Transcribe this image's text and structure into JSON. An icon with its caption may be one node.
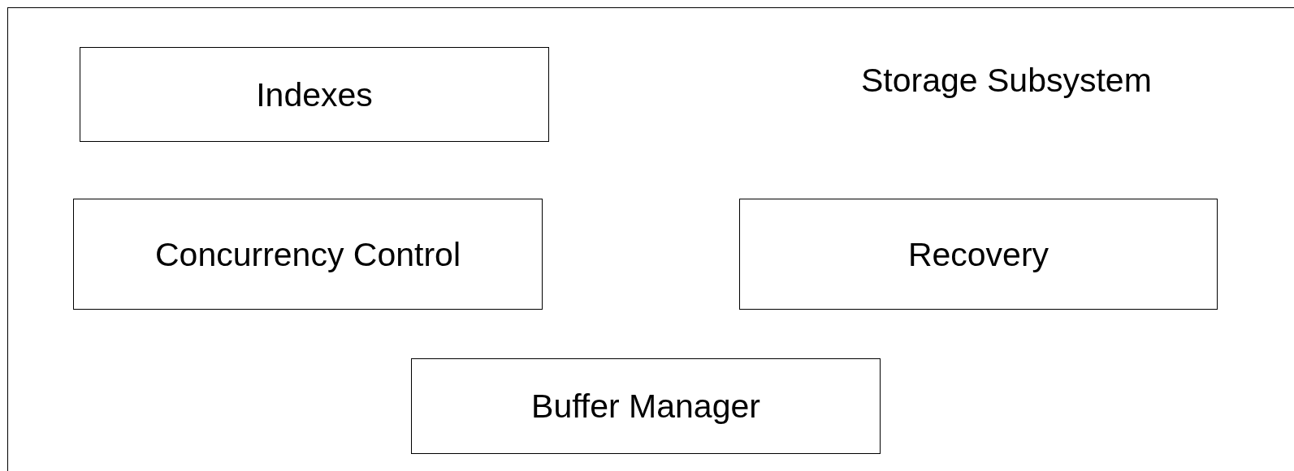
{
  "diagram": {
    "nodes": [
      {
        "text": [
          "Storage Subsystem"
        ]
      },
      {
        "text": [
          "Indexes"
        ],
        "in": 0
      },
      {
        "text": [
          "Concurrency Control"
        ],
        "in": 0
      },
      {
        "text": [
          "Recovery"
        ],
        "in": 0
      },
      {
        "text": [
          "Buffer Manager"
        ],
        "in": 0
      }
    ]
  }
}
